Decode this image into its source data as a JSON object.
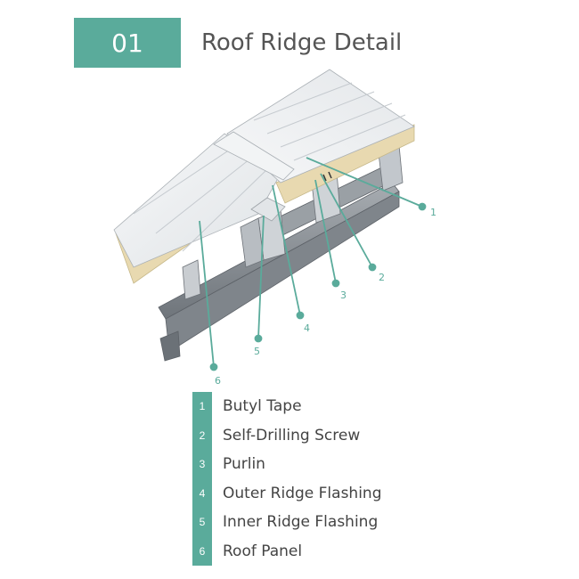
{
  "header": {
    "badge": "01",
    "title": "Roof Ridge Detail"
  },
  "colors": {
    "accent": "#5aab9b",
    "title_text": "#555555",
    "legend_text": "#444444",
    "steel": "#8a8f94",
    "panel_face": "#eef0f2",
    "insulation": "#e8d9b0"
  },
  "legend": [
    {
      "num": "1",
      "label": "Butyl Tape"
    },
    {
      "num": "2",
      "label": "Self-Drilling Screw"
    },
    {
      "num": "3",
      "label": "Purlin"
    },
    {
      "num": "4",
      "label": "Outer Ridge Flashing"
    },
    {
      "num": "5",
      "label": "Inner Ridge Flashing"
    },
    {
      "num": "6",
      "label": "Roof Panel"
    }
  ],
  "callouts": [
    "1",
    "2",
    "3",
    "4",
    "5",
    "6"
  ]
}
